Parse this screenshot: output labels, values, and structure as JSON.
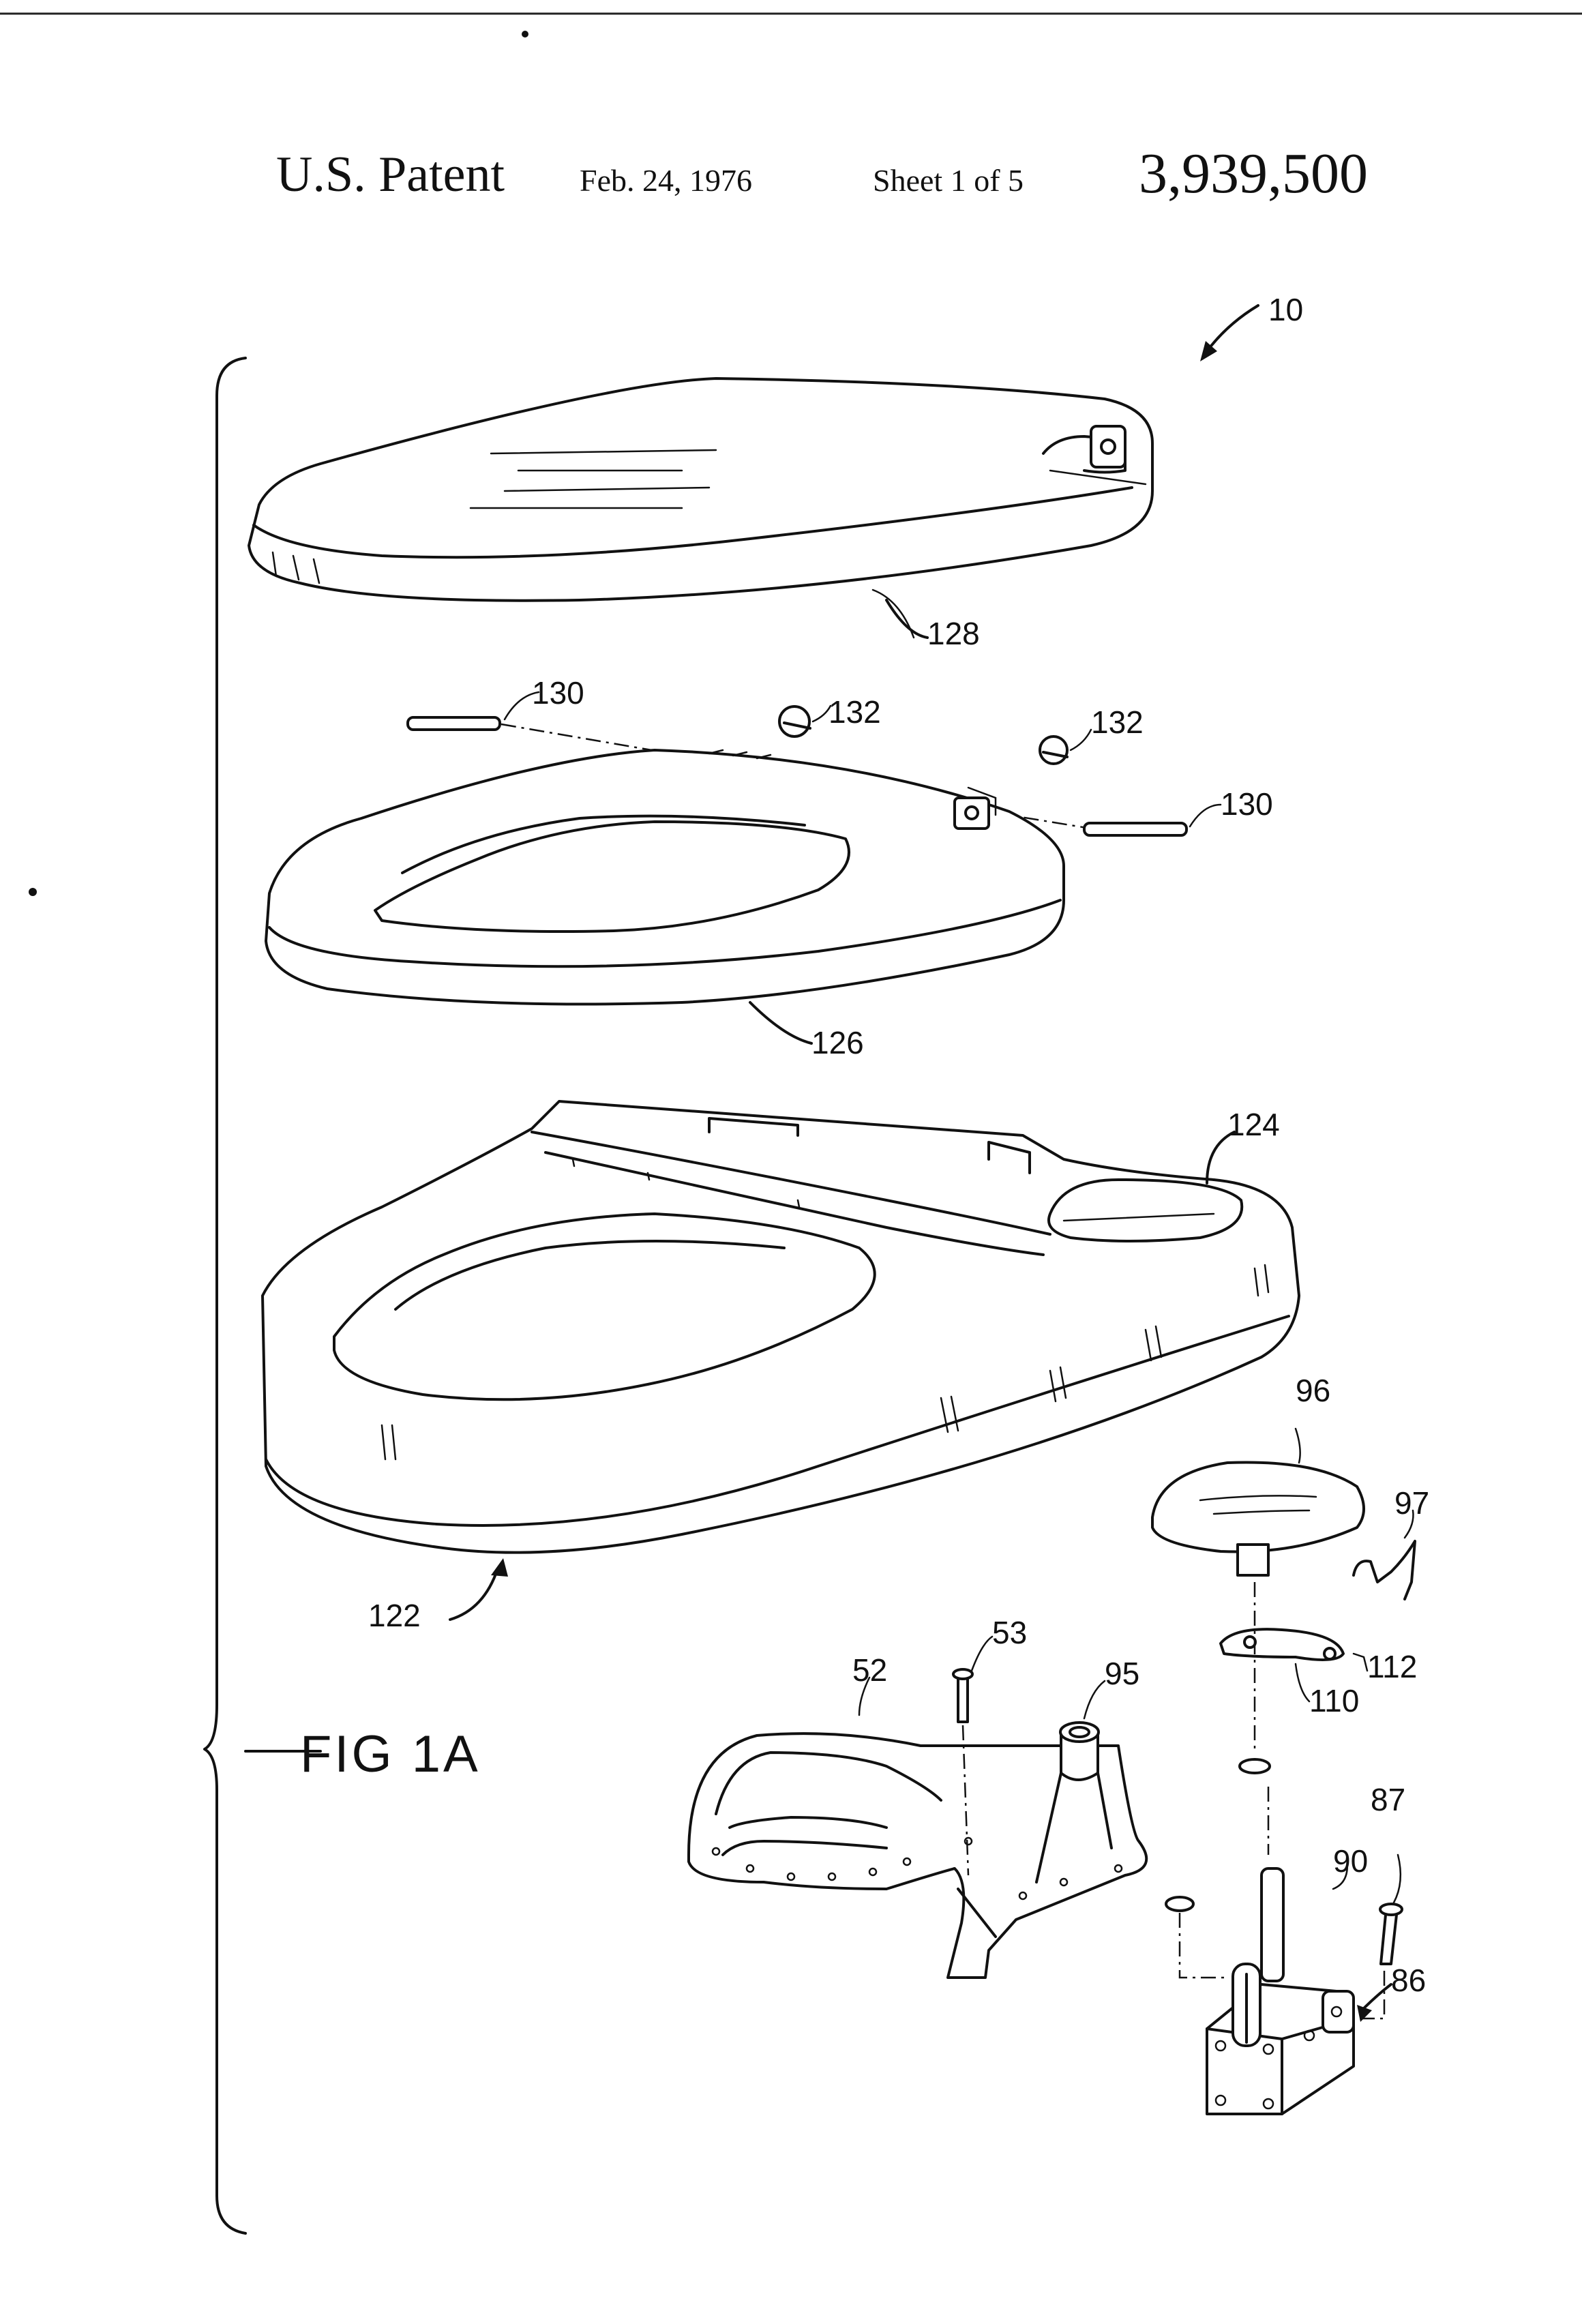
{
  "header": {
    "patent_label": "U.S. Patent",
    "date": "Feb. 24, 1976",
    "sheet": "Sheet 1 of 5",
    "patent_number": "3,939,500"
  },
  "figure": {
    "label": "FIG 1A",
    "references": {
      "r10": "10",
      "r128": "128",
      "r130a": "130",
      "r130b": "130",
      "r132a": "132",
      "r132b": "132",
      "r126": "126",
      "r124": "124",
      "r122": "122",
      "r96": "96",
      "r97": "97",
      "r53": "53",
      "r52": "52",
      "r95": "95",
      "r112": "112",
      "r110": "110",
      "r87": "87",
      "r90": "90",
      "r86": "86"
    }
  }
}
